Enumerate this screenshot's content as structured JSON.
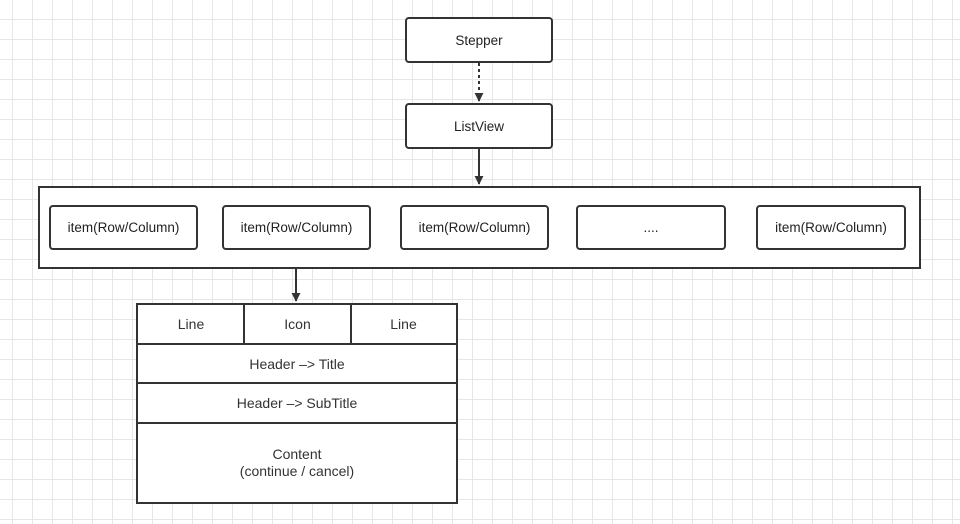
{
  "nodes": {
    "stepper": "Stepper",
    "listview": "ListView"
  },
  "items": [
    "item(Row/Column)",
    "item(Row/Column)",
    "item(Row/Column)",
    "....",
    "item(Row/Column)"
  ],
  "detail": {
    "top_row": [
      "Line",
      "Icon",
      "Line"
    ],
    "header_title": "Header –> Title",
    "header_subtitle": "Header –> SubTitle",
    "content_line1": "Content",
    "content_line2": "(continue / cancel)"
  },
  "colors": {
    "stroke": "#333333",
    "grid": "#e6e6e6",
    "background": "#ffffff"
  }
}
